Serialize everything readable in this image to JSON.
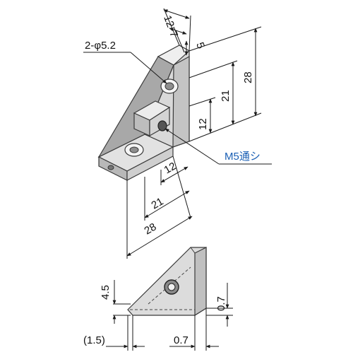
{
  "isometric": {
    "labels": {
      "hole_note": "2-φ5.2",
      "through_note": "M5通シ",
      "top_12": "12",
      "top_7": "7",
      "top_5": "5",
      "right_28": "28",
      "right_21": "21",
      "right_12": "12",
      "bottom_12": "12",
      "bottom_21": "21",
      "bottom_28": "28"
    }
  },
  "side_view": {
    "labels": {
      "height_4_5": "4.5",
      "right_0_7": "0.7",
      "bottom_1_5": "(1.5)",
      "bottom_0_7": "0.7"
    }
  },
  "colors": {
    "note_blue": "#1a5fb4",
    "face_light": "#e6e6e6",
    "face_mid": "#c9c9c9",
    "face_dark": "#9c9c9c"
  }
}
